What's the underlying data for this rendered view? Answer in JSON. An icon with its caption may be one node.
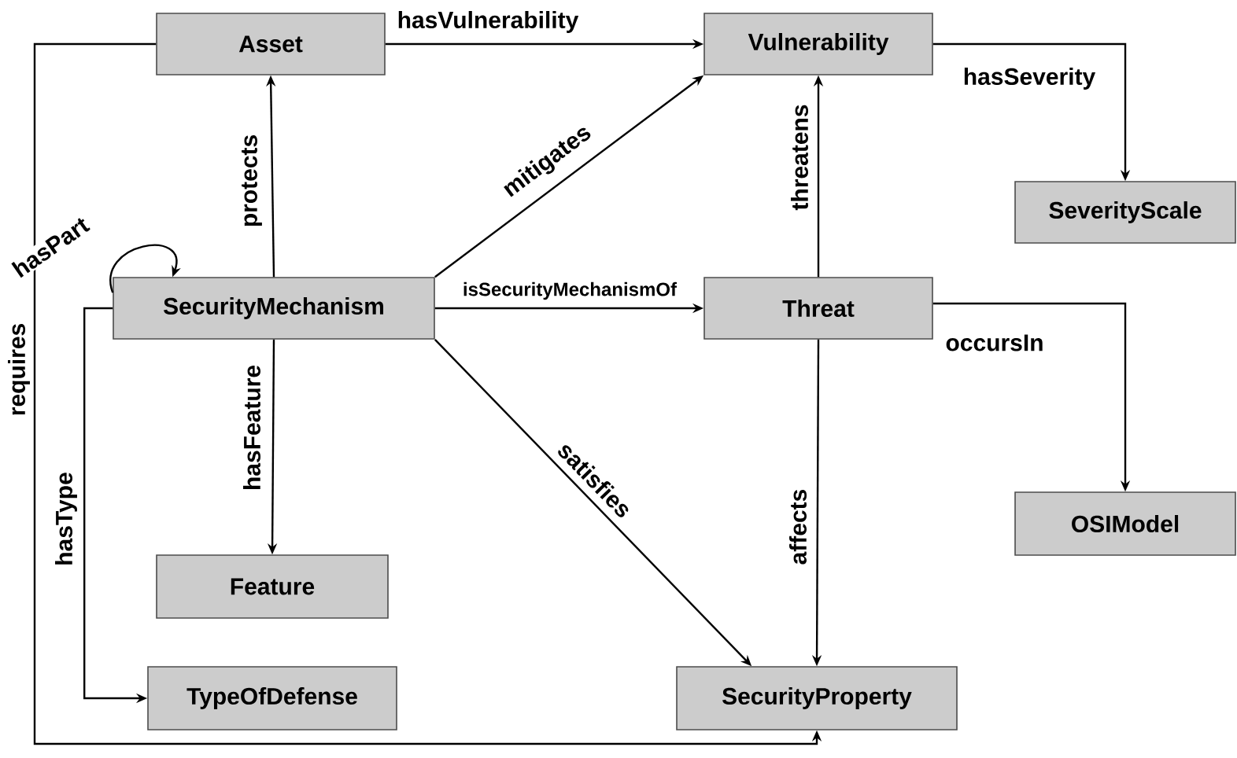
{
  "diagram": {
    "nodes": [
      {
        "text": [
          "Asset"
        ]
      },
      {
        "text": [
          "Vulnerability"
        ]
      },
      {
        "text": [
          "SeverityScale"
        ]
      },
      {
        "text": [
          "SecurityMechanism"
        ]
      },
      {
        "text": [
          "Threat"
        ]
      },
      {
        "text": [
          "Feature"
        ]
      },
      {
        "text": [
          "OSIModel"
        ]
      },
      {
        "text": [
          "TypeOfDefense"
        ]
      },
      {
        "text": [
          "SecurityProperty"
        ]
      }
    ],
    "edges": [
      {
        "from": 0,
        "to": 1,
        "arrow": "to",
        "label": "hasVulnerability"
      },
      {
        "from": 1,
        "to": 2,
        "arrow": "to",
        "label": "hasSeverity"
      },
      {
        "from": 3,
        "to": 0,
        "arrow": "to",
        "label": "protects"
      },
      {
        "from": 3,
        "to": 1,
        "arrow": "to",
        "label": "mitigates"
      },
      {
        "from": 3,
        "to": 3,
        "arrow": "to",
        "label": "hasPart"
      },
      {
        "from": 3,
        "to": 4,
        "arrow": "to",
        "label": "isSecurityMechanismOf"
      },
      {
        "from": 3,
        "to": 5,
        "arrow": "to",
        "label": "hasFeature"
      },
      {
        "from": 3,
        "to": 7,
        "arrow": "to",
        "label": "hasType"
      },
      {
        "from": 3,
        "to": 8,
        "arrow": "to",
        "label": "satisfies"
      },
      {
        "from": 4,
        "to": 1,
        "arrow": "to",
        "label": "threatens"
      },
      {
        "from": 4,
        "to": 6,
        "arrow": "to",
        "label": "occursIn"
      },
      {
        "from": 4,
        "to": 8,
        "arrow": "to",
        "label": "affects"
      },
      {
        "from": 0,
        "to": 8,
        "arrow": "to",
        "label": "requires"
      }
    ]
  }
}
